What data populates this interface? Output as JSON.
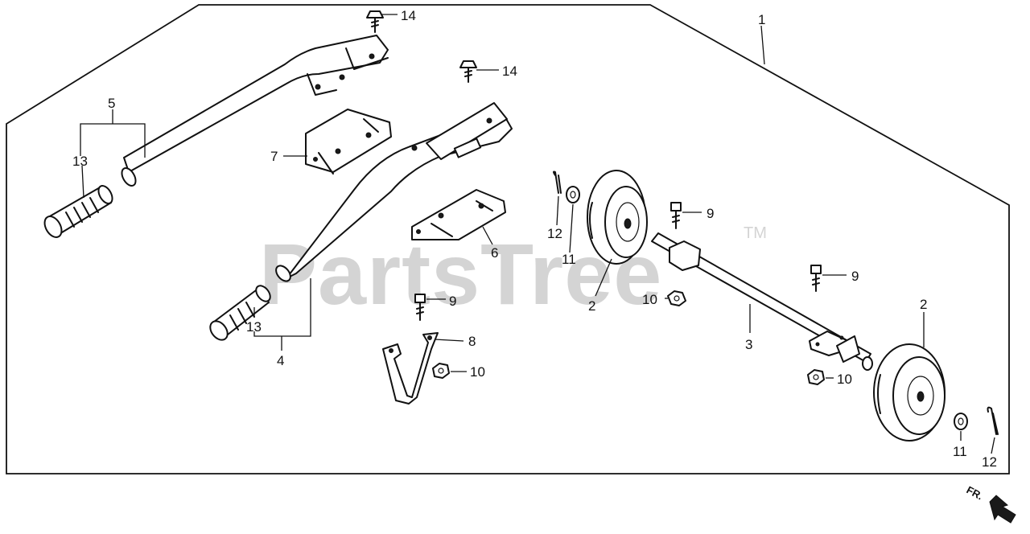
{
  "watermark": {
    "brand": "PartsTree",
    "trademark": "TM"
  },
  "orientation": {
    "label": "FR."
  },
  "callouts": {
    "c1": "1",
    "c2a": "2",
    "c2b": "2",
    "c3": "3",
    "c4": "4",
    "c5": "5",
    "c6": "6",
    "c7": "7",
    "c8": "8",
    "c9a": "9",
    "c9b": "9",
    "c9c": "9",
    "c10a": "10",
    "c10b": "10",
    "c10c": "10",
    "c11a": "11",
    "c11b": "11",
    "c12a": "12",
    "c12b": "12",
    "c13a": "13",
    "c13b": "13",
    "c14a": "14",
    "c14b": "14"
  }
}
